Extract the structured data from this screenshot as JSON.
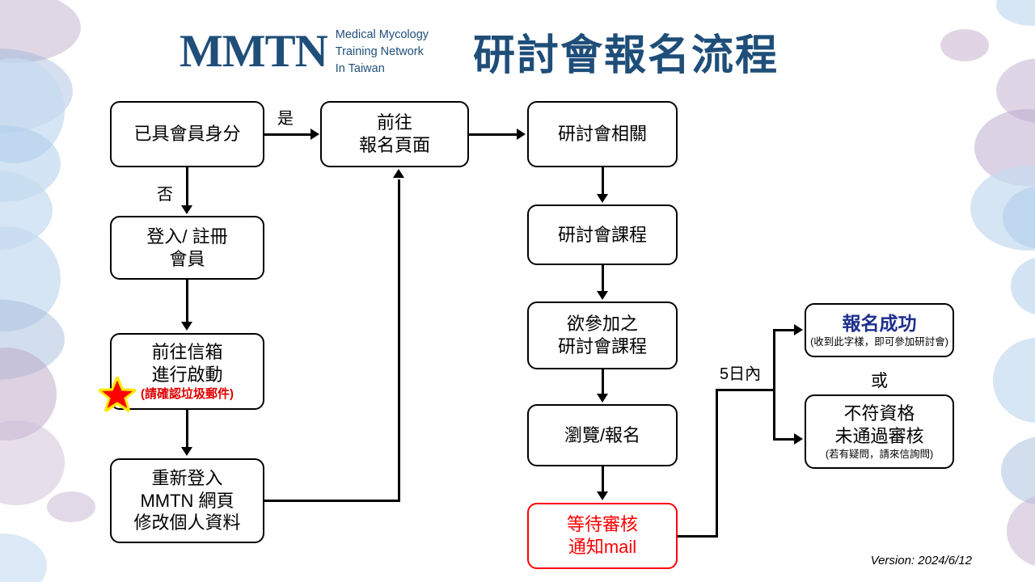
{
  "header": {
    "logo_mark": "MMTN",
    "logo_sub_lines": [
      "Medical Mycology",
      "Training Network",
      "In Taiwan"
    ],
    "title": "研討會報名流程",
    "brand_color": "#1f4e79"
  },
  "flow": {
    "nodes": [
      {
        "id": "member-status",
        "lines": [
          "已具會員身分"
        ]
      },
      {
        "id": "go-register-page",
        "lines": [
          "前往",
          "報名頁面"
        ]
      },
      {
        "id": "seminar-related",
        "lines": [
          "研討會相關"
        ]
      },
      {
        "id": "login-signup",
        "lines": [
          "登入/ 註冊",
          "會員"
        ]
      },
      {
        "id": "seminar-course",
        "lines": [
          "研討會課程"
        ]
      },
      {
        "id": "go-mailbox",
        "lines": [
          "前往信箱",
          "進行啟動"
        ],
        "note": "(請確認垃圾郵件)",
        "note_color": "#e00000",
        "icon": "red-star"
      },
      {
        "id": "desired-course",
        "lines": [
          "欲參加之",
          "研討會課程"
        ]
      },
      {
        "id": "register-success",
        "title": "報名成功",
        "title_color": "#1f2f8f",
        "note": "(收到此字樣，即可參加研討會)"
      },
      {
        "id": "relogin-edit",
        "lines": [
          "重新登入",
          "MMTN 網頁",
          "修改個人資料"
        ]
      },
      {
        "id": "browse-register",
        "lines": [
          "瀏覽/報名"
        ]
      },
      {
        "id": "not-qualified",
        "lines": [
          "不符資格",
          "未通過審核"
        ],
        "note": "(若有疑問，請來信詢問)"
      },
      {
        "id": "await-review",
        "lines": [
          "等待審核",
          "通知mail"
        ],
        "color": "#ff0000"
      }
    ],
    "edge_labels": {
      "yes": "是",
      "no": "否",
      "within_5_days": "5日內",
      "or": "或"
    }
  },
  "footer": {
    "version": "Version: 2024/6/12"
  }
}
